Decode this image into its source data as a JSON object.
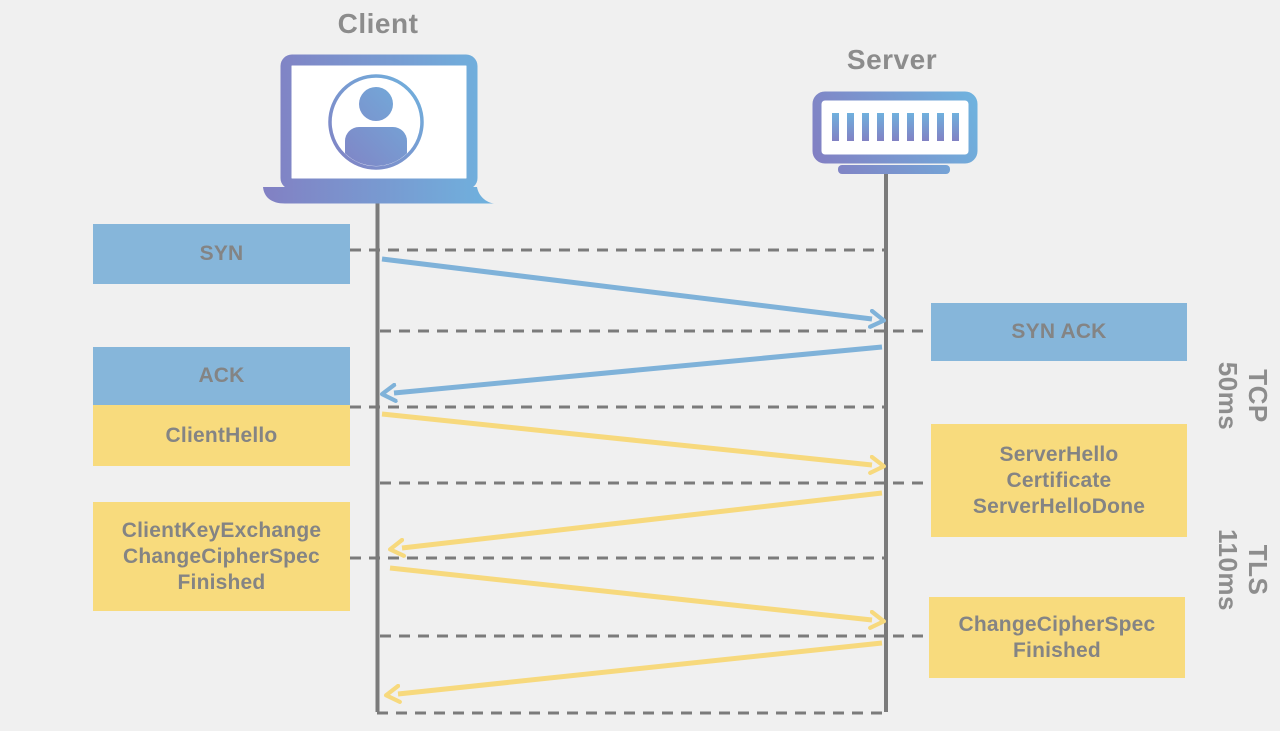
{
  "diagram": {
    "client": {
      "label": "Client"
    },
    "server": {
      "label": "Server"
    },
    "tcp_messages": {
      "syn": "SYN",
      "syn_ack": "SYN ACK",
      "ack": "ACK"
    },
    "tls_messages": {
      "client_hello": "ClientHello",
      "server_hello": "ServerHello\nCertificate\nServerHelloDone",
      "client_key_exchange": "ClientKeyExchange\nChangeCipherSpec\nFinished",
      "change_cipher_spec": "ChangeCipherSpec\nFinished"
    },
    "phases": {
      "tcp": "TCP\n50ms",
      "tls": "TLS\n110ms"
    },
    "colors": {
      "tcp_blue": "#86b6da",
      "tls_yellow": "#f8db7d",
      "text_gray": "#848484",
      "line_gray": "#7b7b7b",
      "background": "#f0f0f0",
      "icon_gradient_purple": "#8280c3",
      "icon_gradient_blue": "#6fb2de"
    }
  }
}
